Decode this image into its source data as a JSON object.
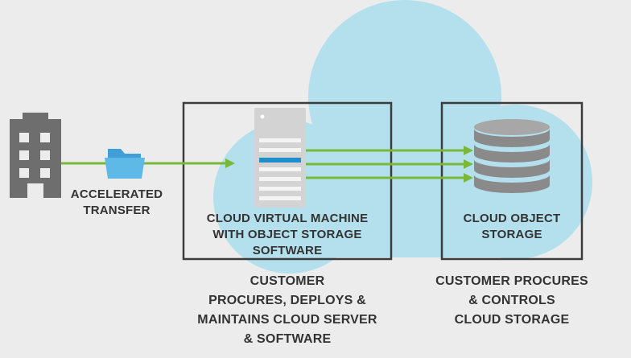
{
  "colors": {
    "background": "#ececec",
    "cloud": "#b4e0ee",
    "arrow": "#7ab83a",
    "box_border": "#3c3c3c",
    "building": "#6e6e6e",
    "folder": "#5fb9e6",
    "server": "#d3d3d3",
    "server_highlight": "#1f8fcc",
    "database": "#8a8a8a",
    "text": "#333333"
  },
  "icons": {
    "source": "building-icon",
    "payload": "folder-icon",
    "vm": "server-tower-icon",
    "storage": "database-icon"
  },
  "transfer_label": [
    "ACCELERATED",
    "TRANSFER"
  ],
  "vm_box_label": [
    "CLOUD VIRTUAL MACHINE",
    "WITH OBJECT STORAGE",
    "SOFTWARE"
  ],
  "storage_box_label": [
    "CLOUD OBJECT",
    "STORAGE"
  ],
  "vm_caption": [
    "CUSTOMER",
    "PROCURES, DEPLOYS &",
    "MAINTAINS CLOUD SERVER",
    "& SOFTWARE"
  ],
  "storage_caption": [
    "CUSTOMER PROCURES",
    "& CONTROLS",
    "CLOUD STORAGE"
  ]
}
